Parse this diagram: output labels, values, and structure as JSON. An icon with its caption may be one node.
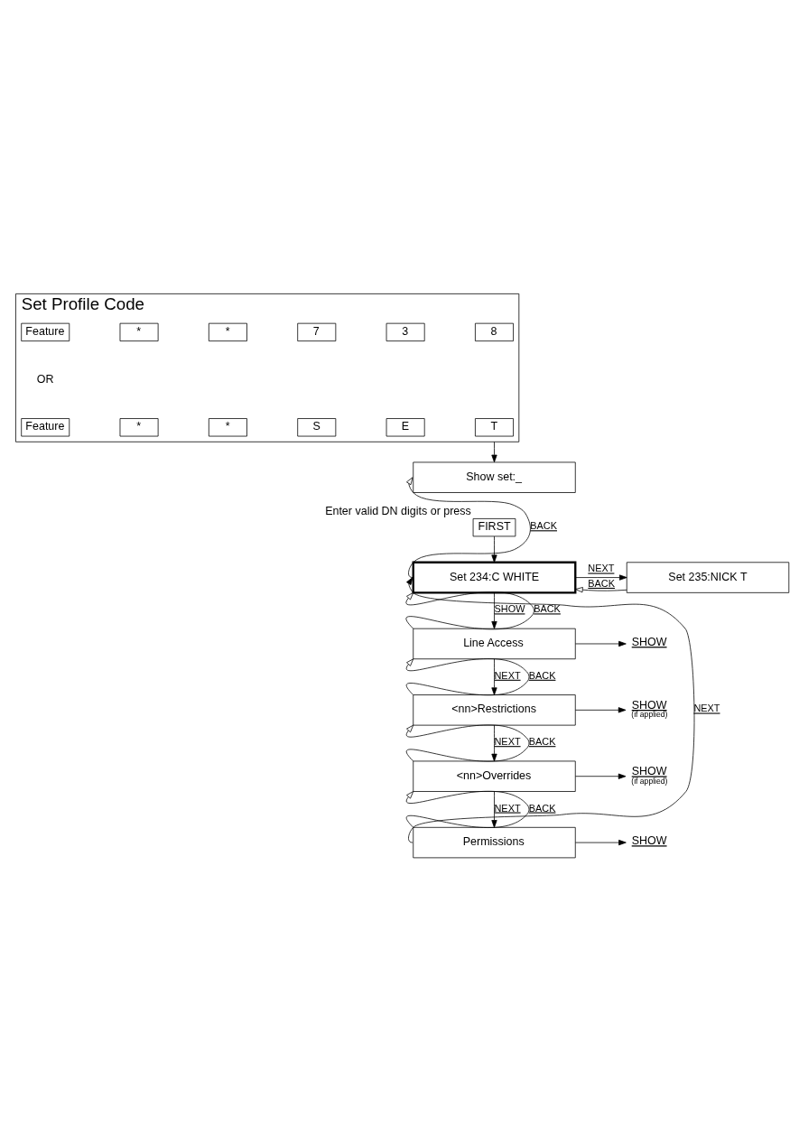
{
  "diagram": {
    "nodes": [
      {
        "text": [
          "Set Profile Code"
        ]
      },
      {
        "text": [
          "Feature"
        ],
        "in": 0
      },
      {
        "text": [
          "*"
        ],
        "in": 0
      },
      {
        "text": [
          "*"
        ],
        "in": 0
      },
      {
        "text": [
          "7"
        ],
        "in": 0
      },
      {
        "text": [
          "3"
        ],
        "in": 0
      },
      {
        "text": [
          "8"
        ],
        "in": 0
      },
      {
        "text": [
          "Feature"
        ],
        "in": 0
      },
      {
        "text": [
          "*"
        ],
        "in": 0
      },
      {
        "text": [
          "*"
        ],
        "in": 0
      },
      {
        "text": [
          "S"
        ],
        "in": 0
      },
      {
        "text": [
          "E"
        ],
        "in": 0
      },
      {
        "text": [
          "T"
        ],
        "in": 0
      },
      {
        "text": [
          "Show set:_"
        ]
      },
      {
        "text": [
          "FIRST"
        ],
        "beside": [
          "Enter valid DN digits or press"
        ]
      },
      {
        "text": [
          "Set 234:C WHITE"
        ]
      },
      {
        "text": [
          "Set 235:NICK T"
        ]
      },
      {
        "text": [
          "Line Access"
        ]
      },
      {
        "text": [
          "<nn>Restrictions"
        ]
      },
      {
        "text": [
          "<nn>Overrides"
        ]
      },
      {
        "text": [
          "Permissions"
        ]
      },
      {
        "text": [
          "SHOW"
        ]
      },
      {
        "text": [
          "SHOW"
        ],
        "beside": [
          "(if applied)"
        ]
      },
      {
        "text": [
          "SHOW"
        ],
        "beside": [
          "(if applied)"
        ]
      },
      {
        "text": [
          "SHOW"
        ]
      }
    ],
    "edges": [
      {
        "from": 0,
        "to": 13,
        "arrow": "to"
      },
      {
        "from": 15,
        "to": 13,
        "arrow": "to",
        "label": "BACK"
      },
      {
        "from": 14,
        "to": 15,
        "arrow": "to"
      },
      {
        "from": 15,
        "to": 16,
        "arrow": "to",
        "label": "NEXT"
      },
      {
        "from": 16,
        "to": 15,
        "arrow": "to",
        "label": "BACK"
      },
      {
        "from": 15,
        "to": 17,
        "arrow": "to",
        "label": "SHOW"
      },
      {
        "from": 17,
        "to": 15,
        "arrow": "to",
        "label": "BACK"
      },
      {
        "from": 17,
        "to": 21,
        "arrow": "to"
      },
      {
        "from": 17,
        "to": 18,
        "arrow": "to",
        "label": "NEXT"
      },
      {
        "from": 18,
        "to": 17,
        "arrow": "to",
        "label": "BACK"
      },
      {
        "from": 18,
        "to": 22,
        "arrow": "to"
      },
      {
        "from": 18,
        "to": 19,
        "arrow": "to",
        "label": "NEXT"
      },
      {
        "from": 19,
        "to": 18,
        "arrow": "to",
        "label": "BACK"
      },
      {
        "from": 19,
        "to": 23,
        "arrow": "to"
      },
      {
        "from": 19,
        "to": 20,
        "arrow": "to",
        "label": "NEXT"
      },
      {
        "from": 20,
        "to": 19,
        "arrow": "to",
        "label": "BACK"
      },
      {
        "from": 20,
        "to": 24,
        "arrow": "to"
      },
      {
        "from": 20,
        "to": 15,
        "arrow": "to",
        "label": "NEXT"
      }
    ],
    "labels": [
      "OR"
    ]
  }
}
